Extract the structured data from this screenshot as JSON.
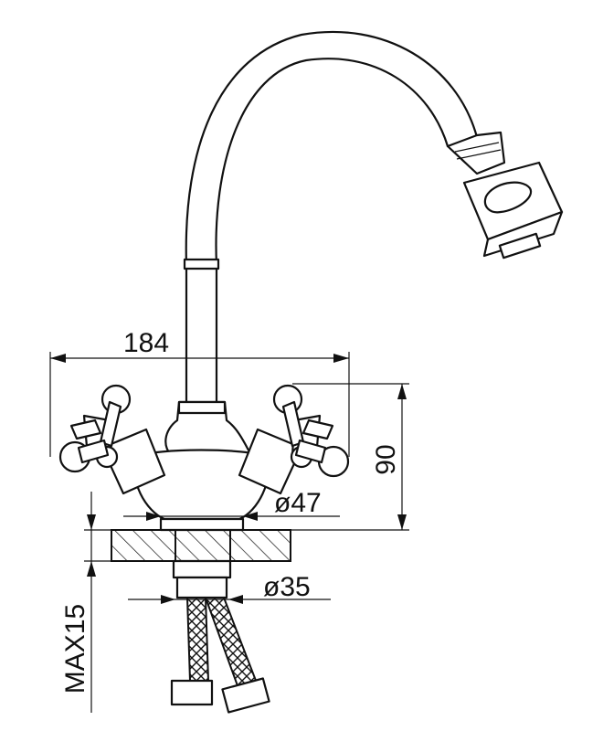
{
  "dimensions": {
    "width_label": "184",
    "height_label": "90",
    "base_diameter_label": "ø47",
    "shank_diameter_label": "ø35",
    "max_thickness_label": "MAX15"
  },
  "colors": {
    "line": "#111111",
    "background": "#ffffff"
  }
}
